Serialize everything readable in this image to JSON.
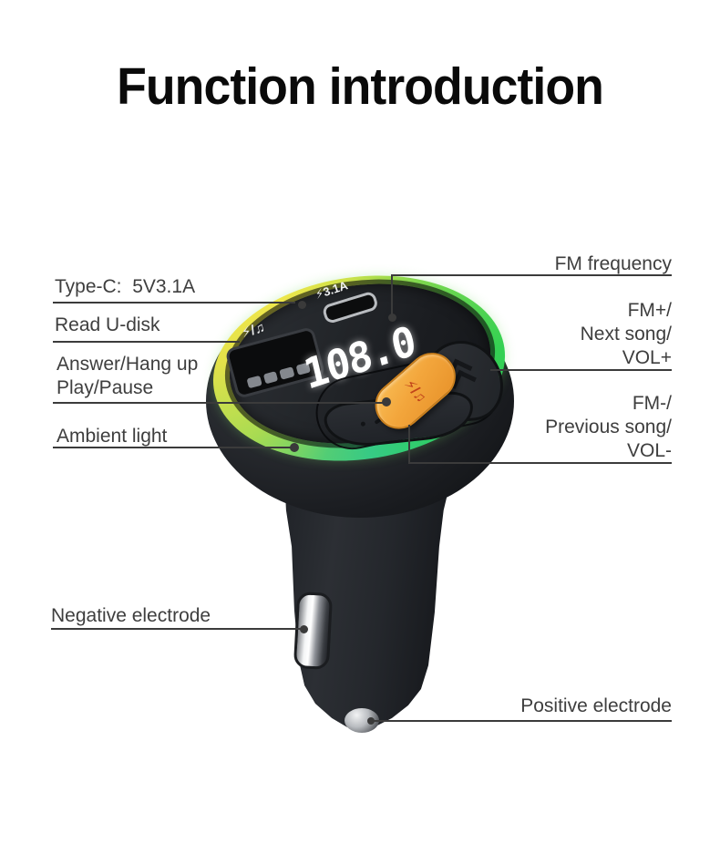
{
  "title": "Function introduction",
  "device": {
    "display_value": "108.0",
    "usb_port_icon": "⚡/♫",
    "typec_port_label": "⚡3.1A",
    "play_button_icon": "⚡/♫"
  },
  "callouts": {
    "type_c": "Type-C:  5V3.1A",
    "read_u_disk": "Read U-disk",
    "answer_line1": "Answer/Hang up",
    "answer_line2": "Play/Pause",
    "ambient_light": "Ambient light",
    "negative_electrode": "Negative electrode",
    "fm_frequency": "FM frequency",
    "fm_plus_line1": "FM+/",
    "fm_plus_line2": "Next song/",
    "fm_plus_line3": "VOL+",
    "fm_minus_line1": "FM-/",
    "fm_minus_line2": "Previous song/",
    "fm_minus_line3": "VOL-",
    "positive_electrode": "Positive electrode"
  },
  "colors": {
    "ring_yellow": "#e9e24a",
    "ring_green": "#31d152",
    "ring_mint": "#38c987",
    "button_orange": "#f2a53a",
    "display_digits": "#ffffff",
    "callout_line": "#3b3b3b",
    "label_text": "#3e3e3e",
    "background": "#ffffff"
  }
}
